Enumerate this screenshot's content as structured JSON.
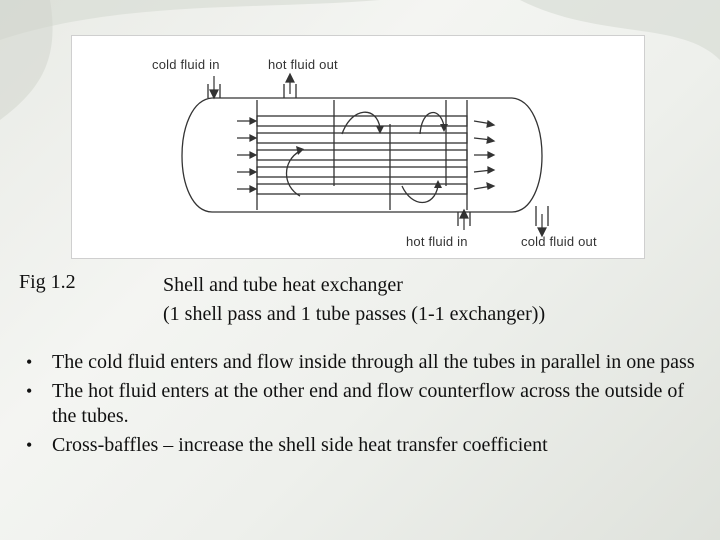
{
  "figure": {
    "labels": {
      "cold_in": "cold fluid in",
      "hot_out": "hot fluid out",
      "hot_in": "hot fluid in",
      "cold_out": "cold fluid out"
    }
  },
  "caption": {
    "number": "Fig 1.2",
    "line1": "Shell and tube heat exchanger",
    "line2": "(1 shell pass and 1 tube passes (1-1 exchanger))"
  },
  "bullets": [
    "The cold fluid enters and flow inside through all the tubes in parallel in one pass",
    "The hot fluid enters at the other end and flow counterflow across the outside of the tubes.",
    "Cross-baffles – increase the shell side heat transfer coefficient"
  ],
  "bullet_glyph": "•"
}
